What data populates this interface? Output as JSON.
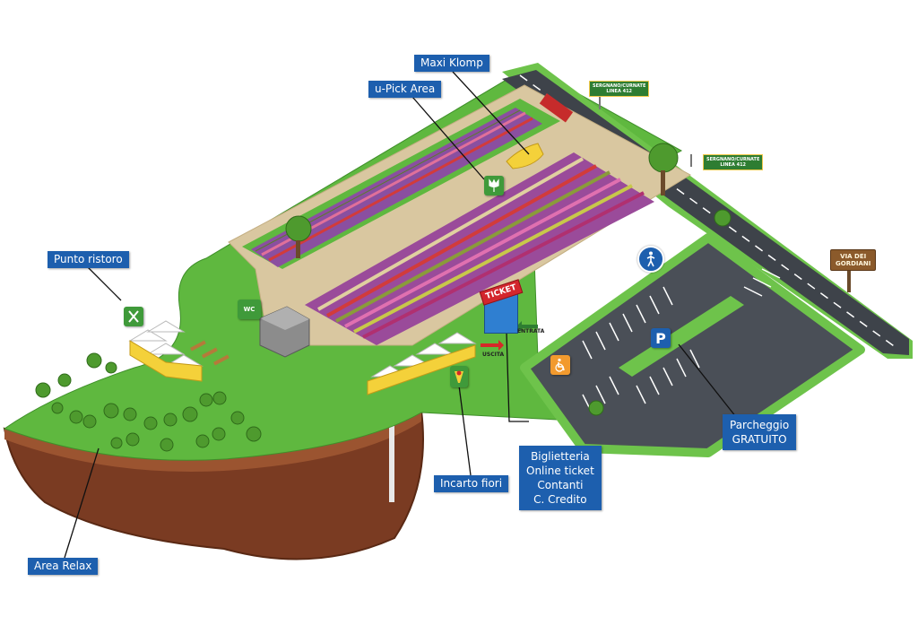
{
  "labels": {
    "maxi_klomp": "Maxi Klomp",
    "upick": "u-Pick Area",
    "punto_ristoro": "Punto ristoro",
    "biglietteria": [
      "Biglietteria",
      "Online ticket",
      "Contanti",
      "C. Credito"
    ],
    "parcheggio": [
      "Parcheggio",
      "GRATUITO"
    ],
    "incarto_fiori": "Incarto fiori",
    "area_relax": "Area Relax"
  },
  "bus_stops": [
    [
      "SERGNANO/CURNATE",
      "LINEA 412"
    ],
    [
      "SERGNANO/CURNATE",
      "LINEA 412"
    ]
  ],
  "road_sign": [
    "VIA DEI",
    "GORDIANI"
  ],
  "entrance": {
    "ticket": "TICKET",
    "entrata": "ENTRATA",
    "uscita": "USCITA",
    "wc": "WC"
  },
  "icons": {
    "parking": "P",
    "restaurant": "fork-knife-icon",
    "pedestrian": "pedestrian-icon",
    "disabled": "wheelchair-icon",
    "tulip": "tulip-icon"
  },
  "colors": {
    "label_bg": "#1d5fae",
    "grass": "#5fb83f",
    "soil": "#7a3b22",
    "asphalt": "#4a4f57",
    "path": "#d9c7a0",
    "bus_sign": "#2e7d32"
  }
}
